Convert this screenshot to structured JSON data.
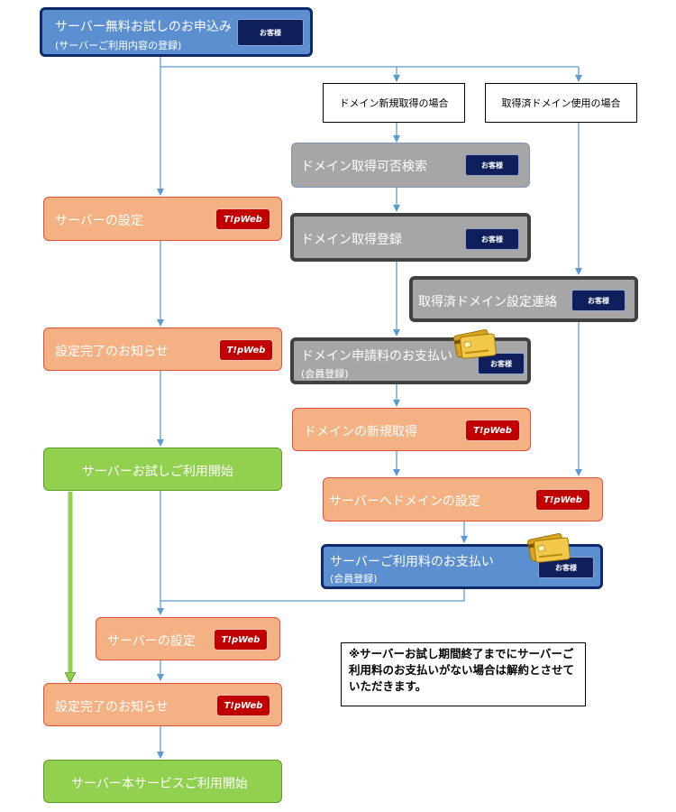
{
  "diagram": {
    "title_box": {
      "title": "サーバー無料お試しのお申込み",
      "subtitle": "(サーバーご利用内容の登録)"
    },
    "branch_labels": {
      "new_domain": "ドメイン新規取得の場合",
      "existing_domain": "取得済ドメイン使用の場合"
    },
    "badges": {
      "customer": "お客様",
      "tipweb": "T!pWeb"
    },
    "steps": {
      "domain_search": "ドメイン取得可否検索",
      "domain_registration": "ドメイン取得登録",
      "existing_domain_contact": "取得済ドメイン設定連絡",
      "domain_fee_payment": "ドメイン申請料のお支払い",
      "domain_fee_payment_sub": "(会員登録)",
      "domain_new_acquisition": "ドメインの新規取得",
      "server_domain_setup": "サーバーへドメインの設定",
      "server_fee_payment": "サーバーご利用料のお支払い",
      "server_fee_payment_sub": "(会員登録)",
      "server_setup_1": "サーバーの設定",
      "setup_complete_1": "設定完了のお知らせ",
      "trial_start": "サーバーお試しご利用開始",
      "server_setup_2": "サーバーの設定",
      "setup_complete_2": "設定完了のお知らせ",
      "full_service_start": "サーバー本サービスご利用開始"
    },
    "note": "※サーバーお試し期間終了までにサーバーご利用料のお支払いがない場合は解約とさせていただきます。"
  },
  "colors": {
    "connector": "#5b9bd5",
    "blue_fill": "#5b8fd0",
    "gray_fill": "#a6a6a6",
    "peach_fill": "#f4b183",
    "green_fill": "#92d050",
    "customer_badge": "#0f1f5c",
    "tipweb_badge": "#c00000"
  },
  "icons": {
    "payment": "credit-card-icon"
  }
}
